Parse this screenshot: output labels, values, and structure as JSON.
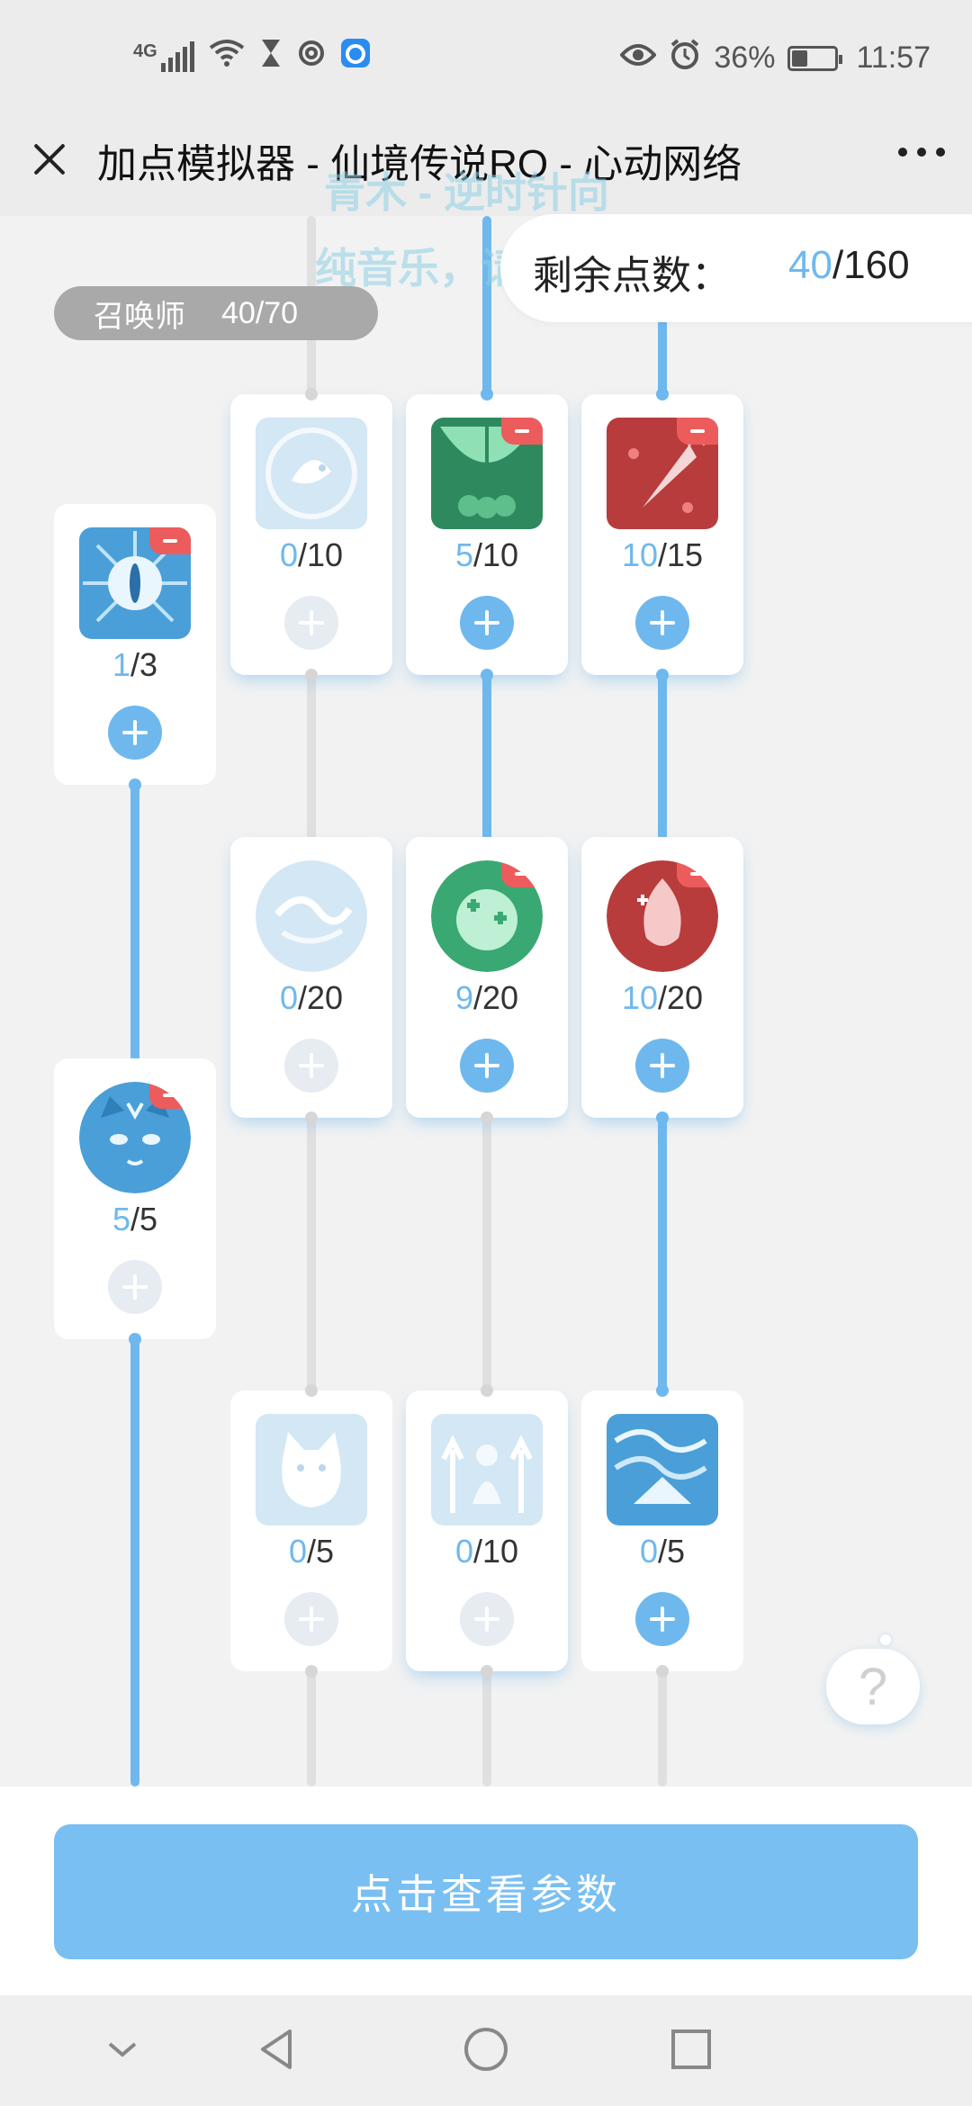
{
  "status_bar": {
    "network": "4G",
    "battery": "36%",
    "battery_level": 0.36,
    "time": "11:57"
  },
  "app_bar": {
    "title": "加点模拟器 - 仙境传说RO - 心动网络"
  },
  "lyrics": {
    "line1": "青木 - 逆时针向",
    "line2": "纯音乐，请欣赏"
  },
  "points": {
    "label": "剩余点数：",
    "used": "40",
    "total": "/160"
  },
  "class_badge": {
    "name": "召唤师",
    "value": "40/70"
  },
  "skills": [
    {
      "cur": "0",
      "max": "/10"
    },
    {
      "cur": "5",
      "max": "/10"
    },
    {
      "cur": "10",
      "max": "/15"
    },
    {
      "cur": "1",
      "max": "/3"
    },
    {
      "cur": "0",
      "max": "/20"
    },
    {
      "cur": "9",
      "max": "/20"
    },
    {
      "cur": "10",
      "max": "/20"
    },
    {
      "cur": "5",
      "max": "/5"
    },
    {
      "cur": "0",
      "max": "/5"
    },
    {
      "cur": "0",
      "max": "/10"
    },
    {
      "cur": "0",
      "max": "/5"
    }
  ],
  "help_label": "?",
  "bottom_button": {
    "label": "点击查看参数"
  },
  "colors": {
    "accent": "#6fb8ee",
    "minus": "#ec5c5c",
    "button": "#79bff2"
  }
}
